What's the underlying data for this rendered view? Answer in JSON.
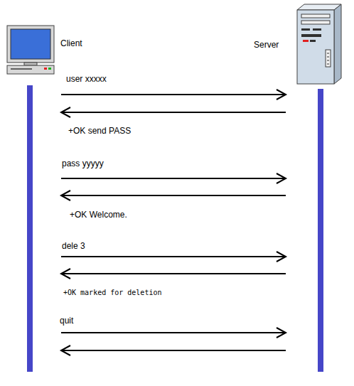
{
  "diagram": {
    "nodes": [
      {
        "text": [
          "Client"
        ]
      },
      {
        "text": [
          "Server"
        ]
      }
    ],
    "edges": [
      {
        "from": 0,
        "to": 1,
        "arrow": "to",
        "label": "user xxxxx"
      },
      {
        "from": 1,
        "to": 0,
        "arrow": "to",
        "label": "+OK send PASS"
      },
      {
        "from": 0,
        "to": 1,
        "arrow": "to",
        "label": "pass yyyyy"
      },
      {
        "from": 1,
        "to": 0,
        "arrow": "to",
        "label": "+OK Welcome."
      },
      {
        "from": 0,
        "to": 1,
        "arrow": "to",
        "label": "dele 3"
      },
      {
        "from": 1,
        "to": 0,
        "arrow": "to",
        "label": "+OK marked for deletion"
      },
      {
        "from": 0,
        "to": 1,
        "arrow": "to",
        "label": "quit"
      },
      {
        "from": 1,
        "to": 0,
        "arrow": "to"
      }
    ]
  }
}
